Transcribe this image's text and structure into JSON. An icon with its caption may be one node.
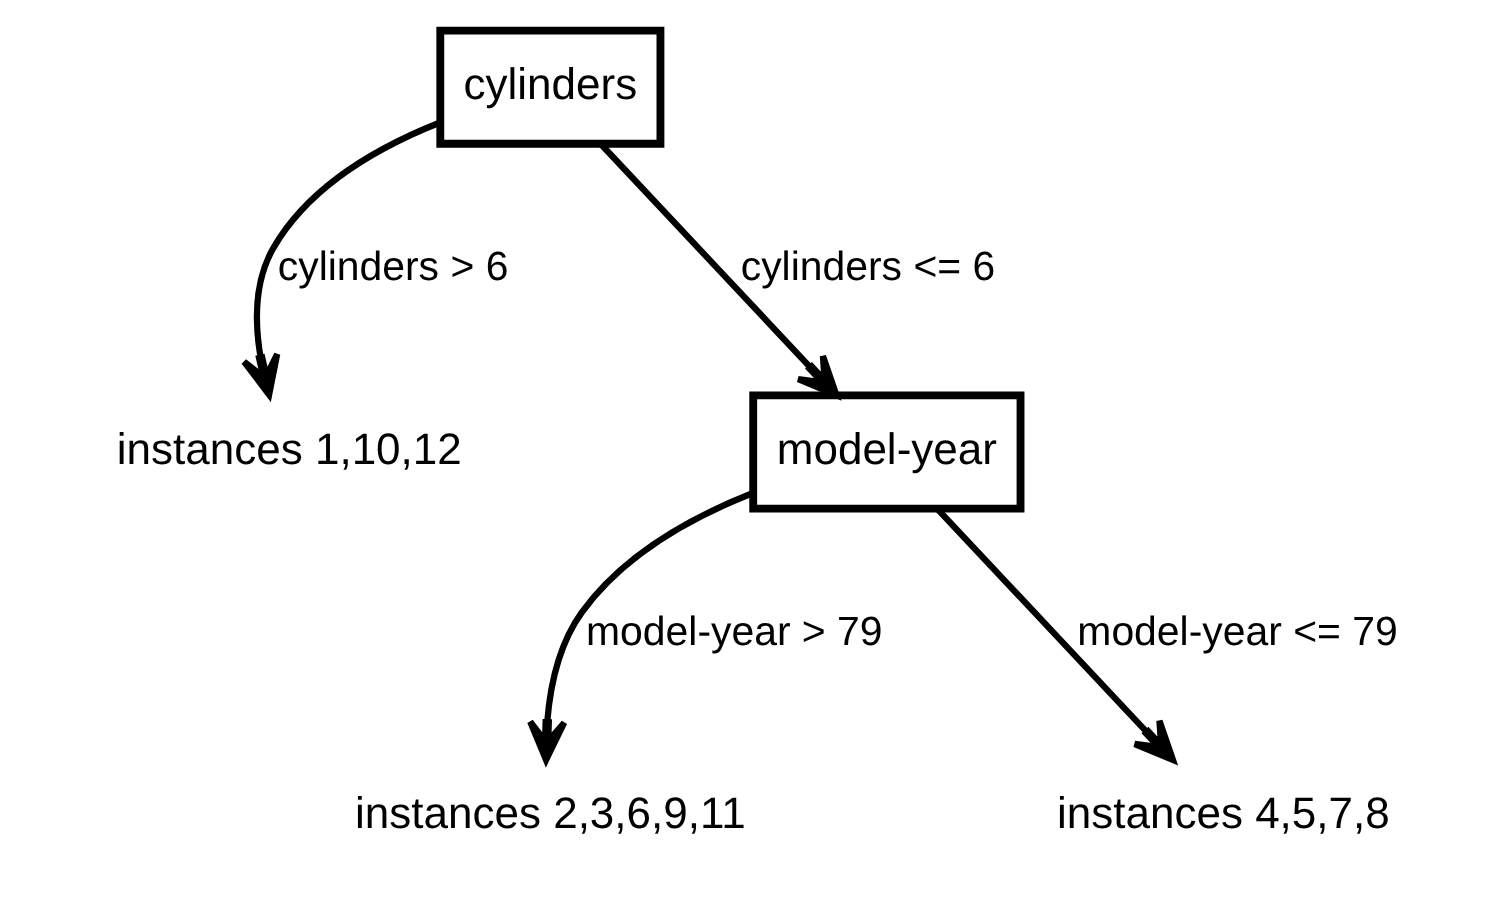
{
  "diagram": {
    "nodes": [
      {
        "text": [
          "cylinders"
        ]
      },
      {
        "text": [
          "instances 1,10,12"
        ]
      },
      {
        "text": [
          "model-year"
        ]
      },
      {
        "text": [
          "instances 2,3,6,9,11"
        ]
      },
      {
        "text": [
          "instances 4,5,7,8"
        ]
      }
    ],
    "edges": [
      {
        "from": 0,
        "to": 1,
        "arrow": "to",
        "label": "cylinders > 6"
      },
      {
        "from": 0,
        "to": 2,
        "arrow": "to",
        "label": "cylinders <= 6"
      },
      {
        "from": 2,
        "to": 3,
        "arrow": "to",
        "label": "model-year > 79"
      },
      {
        "from": 2,
        "to": 4,
        "arrow": "to",
        "label": "model-year <= 79"
      }
    ]
  }
}
